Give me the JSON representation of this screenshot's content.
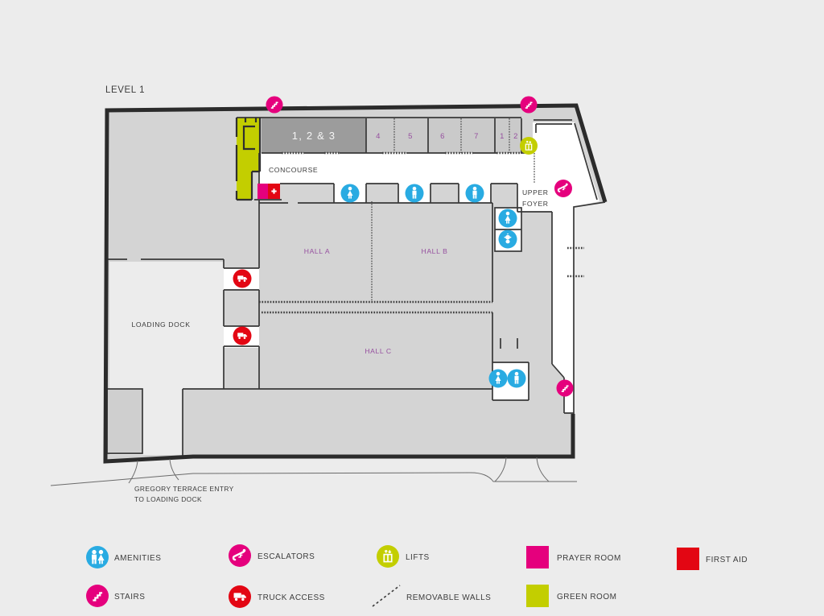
{
  "title": {
    "level_label": "LEVEL 1"
  },
  "floorplan": {
    "rooms": {
      "meeting_rooms": "1, 2 & 3",
      "room_4": "4",
      "room_5": "5",
      "room_6": "6",
      "room_7": "7",
      "room_1": "1",
      "room_2": "2",
      "concourse": "CONCOURSE",
      "upper_foyer_line1": "UPPER",
      "upper_foyer_line2": "FOYER",
      "hall_a": "HALL A",
      "hall_b": "HALL B",
      "hall_c": "HALL C",
      "loading_dock": "LOADING DOCK"
    },
    "annotations": {
      "gregory_line1": "GREGORY TERRACE ENTRY",
      "gregory_line2": "TO LOADING DOCK"
    }
  },
  "legend": {
    "items": [
      {
        "label": "AMENITIES",
        "icon": "amenities-icon",
        "shape": "circle",
        "color": "#29ABE2"
      },
      {
        "label": "ESCALATORS",
        "icon": "escalator-icon",
        "shape": "circle",
        "color": "#E5007D"
      },
      {
        "label": "LIFTS",
        "icon": "lift-icon",
        "shape": "circle",
        "color": "#C3CE00"
      },
      {
        "label": "PRAYER ROOM",
        "icon": "prayer-room-swatch",
        "shape": "square",
        "color": "#E5007D"
      },
      {
        "label": "FIRST AID",
        "icon": "first-aid-swatch",
        "shape": "square",
        "color": "#E30613"
      },
      {
        "label": "STAIRS",
        "icon": "stairs-icon",
        "shape": "circle",
        "color": "#E5007D"
      },
      {
        "label": "TRUCK ACCESS",
        "icon": "truck-icon",
        "shape": "circle",
        "color": "#E30613"
      },
      {
        "label": "REMOVABLE WALLS",
        "icon": "removable-walls-line",
        "shape": "dashed-line",
        "color": "#3C3C3C"
      },
      {
        "label": "GREEN ROOM",
        "icon": "green-room-swatch",
        "shape": "square",
        "color": "#C3CE00"
      }
    ]
  },
  "colors": {
    "background": "#ECECEC",
    "building_fill": "#D4D4D4",
    "room_fill": "#CACACA",
    "dark_room_fill": "#9C9C9C",
    "wall": "#2B2B2B",
    "accent_pink": "#E5007D",
    "accent_blue": "#29ABE2",
    "accent_red": "#E30613",
    "accent_lime": "#C3CE00",
    "label_purple": "#96509F",
    "text": "#3C3C3C"
  }
}
